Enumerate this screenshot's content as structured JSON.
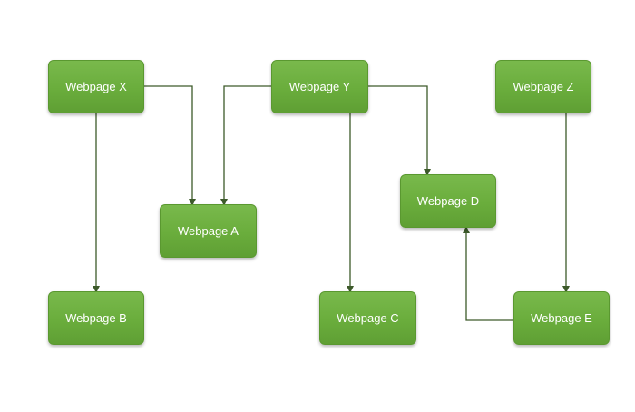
{
  "diagram": {
    "nodes": [
      {
        "id": "x",
        "label": "Webpage X"
      },
      {
        "id": "y",
        "label": "Webpage Y"
      },
      {
        "id": "z",
        "label": "Webpage Z"
      },
      {
        "id": "a",
        "label": "Webpage A"
      },
      {
        "id": "d",
        "label": "Webpage D"
      },
      {
        "id": "b",
        "label": "Webpage B"
      },
      {
        "id": "c",
        "label": "Webpage C"
      },
      {
        "id": "e",
        "label": "Webpage E"
      }
    ],
    "edges": [
      {
        "from": "x",
        "to": "b"
      },
      {
        "from": "x",
        "to": "a"
      },
      {
        "from": "y",
        "to": "a"
      },
      {
        "from": "y",
        "to": "c"
      },
      {
        "from": "y",
        "to": "d"
      },
      {
        "from": "z",
        "to": "e"
      },
      {
        "from": "e",
        "to": "d"
      }
    ],
    "colors": {
      "node_fill": "#6aad3c",
      "node_border": "#5a9830",
      "node_text": "#ffffff",
      "connector": "#3d5a2a"
    }
  }
}
